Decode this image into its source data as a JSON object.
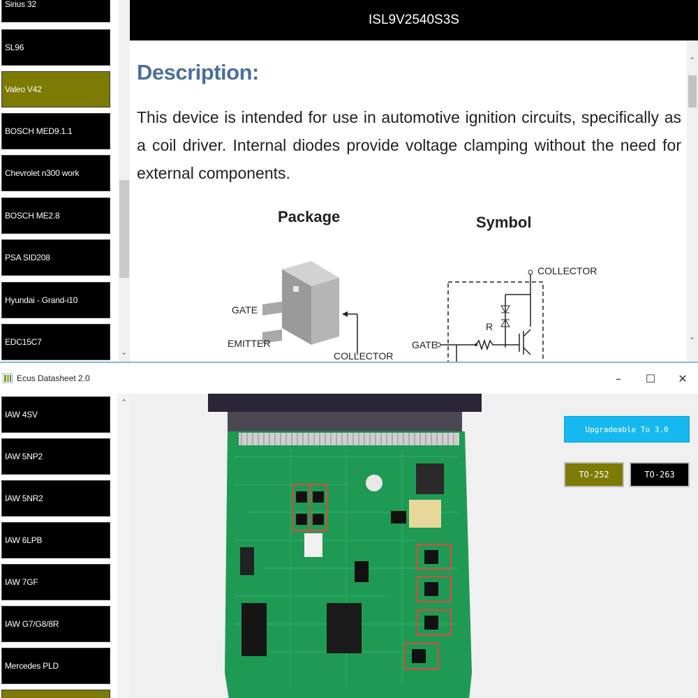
{
  "top": {
    "sidebar_items": [
      "Sirius 32",
      "SL96",
      "Valeo V42",
      "BOSCH MED9.1.1",
      "Chevrolet n300 work",
      "BOSCH ME2.8",
      "PSA SID208",
      "Hyundai - Grand-i10",
      "EDC15C7"
    ],
    "active_index": 2,
    "part_number": "ISL9V2540S3S",
    "description_title": "Description:",
    "description_text": "This device is intended for use in automotive ignition circuits, specifically as a coil driver. Internal diodes provide voltage clamping without the need for external components.",
    "package_title": "Package",
    "symbol_title": "Symbol",
    "package_pins": {
      "gate": "GATE",
      "emitter": "EMITTER",
      "collector": "COLLECTOR"
    },
    "symbol_pins": {
      "collector": "COLLECTOR",
      "gate": "GATE",
      "resistor": "R"
    }
  },
  "window": {
    "title": "Ecus Datasheet 2.0",
    "minimize": "–",
    "maximize": "☐",
    "close": "✕"
  },
  "bottom": {
    "sidebar_items": [
      "IAW 4SV",
      "IAW 5NP2",
      "IAW 5NR2",
      "IAW 6LPB",
      "IAW 7GF",
      "IAW G7/G8/8R",
      "Mercedes PLD"
    ],
    "upgrade_button": "Upgradeable To 3.0",
    "package_buttons": [
      "TO-252",
      "TO-263"
    ],
    "selected_package": "TO-252"
  },
  "colors": {
    "active_item": "#7d7a05",
    "upgrade": "#16b8f0",
    "pcb": "#1f9a55",
    "highlight": "#e0463c"
  }
}
